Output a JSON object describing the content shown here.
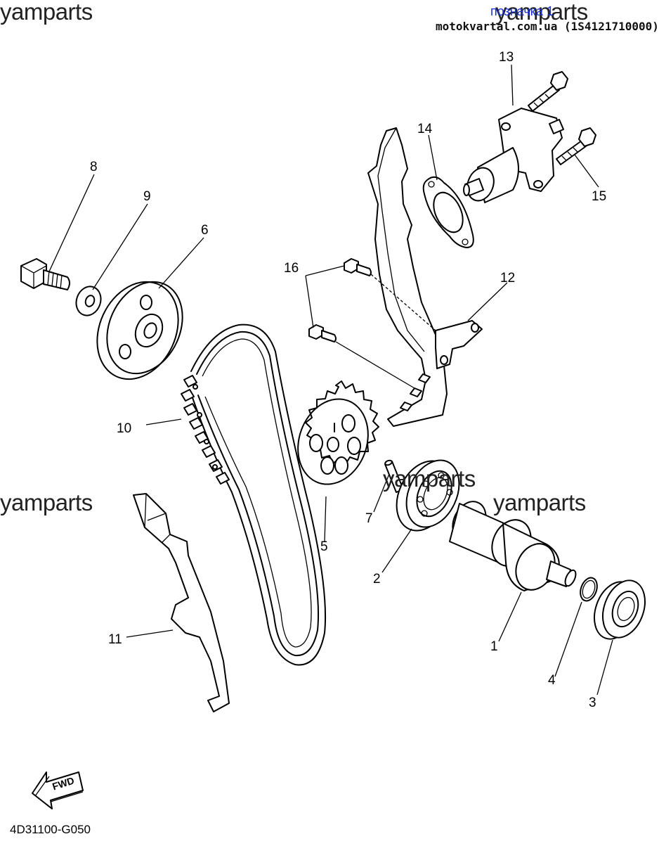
{
  "watermarks": [
    "yamparts",
    "yamparts",
    "yamparts",
    "yamparts",
    "yamparts"
  ],
  "overlay": {
    "site": "motokvartal.com.ua (1S4121710000)",
    "tag": "позначка 1"
  },
  "diagram_code": "4D31100-G050",
  "fwd_label": "FWD",
  "callouts": {
    "n1": "1",
    "n2": "2",
    "n3": "3",
    "n4": "4",
    "n5": "5",
    "n6": "6",
    "n7": "7",
    "n8": "8",
    "n9": "9",
    "n10": "10",
    "n11": "11",
    "n12": "12",
    "n13": "13",
    "n14": "14",
    "n15": "15",
    "n16": "16"
  },
  "colors": {
    "line": "#000000",
    "tag": "#1a2ed6",
    "background": "#ffffff"
  }
}
